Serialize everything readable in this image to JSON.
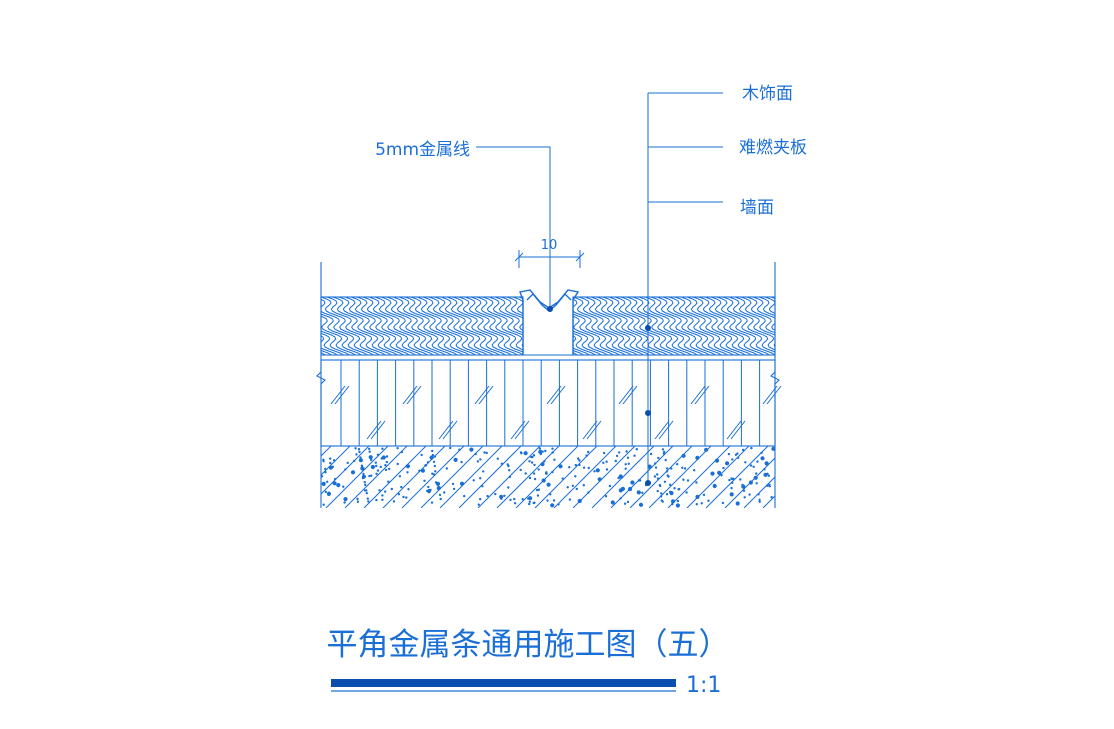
{
  "drawing": {
    "title": "平角金属条通用施工图（五）",
    "scale": "1:1",
    "dimension": "10",
    "callouts": {
      "metal_strip": "5mm金属线",
      "wood_finish": "木饰面",
      "fire_board": "难燃夹板",
      "wall": "墙面"
    },
    "colors": {
      "line": "#1a6fd6",
      "bar": "#0a4fb0",
      "background": "#ffffff"
    }
  }
}
